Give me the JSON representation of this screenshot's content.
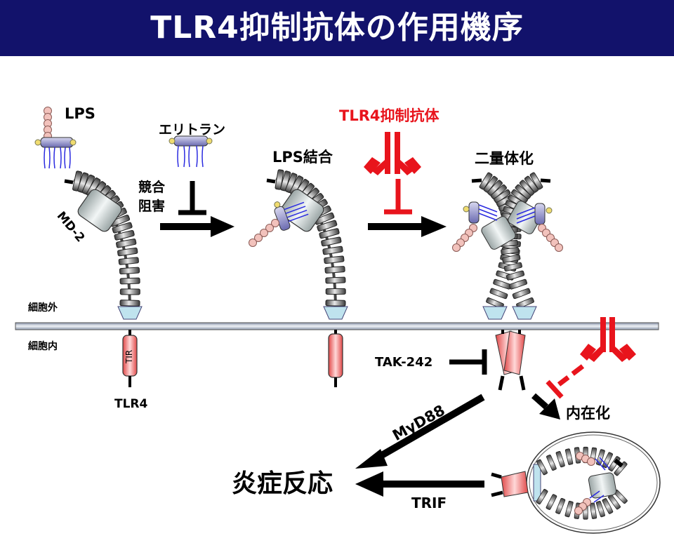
{
  "title": "TLR4抑制抗体の作用機序",
  "labels": {
    "lps": "LPS",
    "eritoran": "エリトラン",
    "competitive_inhibition_line1": "競合",
    "competitive_inhibition_line2": "阻害",
    "lps_binding": "LPS結合",
    "antibody": "TLR4抑制抗体",
    "dimerization": "二量体化",
    "md2": "MD-2",
    "extracellular": "細胞外",
    "intracellular": "細胞内",
    "tir": "TIR",
    "tlr4": "TLR4",
    "tak242": "TAK-242",
    "myd88": "MyD88",
    "internalization": "内在化",
    "inflammation": "炎症反応",
    "trif": "TRIF"
  },
  "colors": {
    "header_bg": "#12126b",
    "inhibitor_red": "#e8141c",
    "membrane": "#b0b8c8",
    "tir_red": "#f07878",
    "receptor_gray": "#8a8a8a",
    "md2_gray": "#c9d1d1"
  }
}
